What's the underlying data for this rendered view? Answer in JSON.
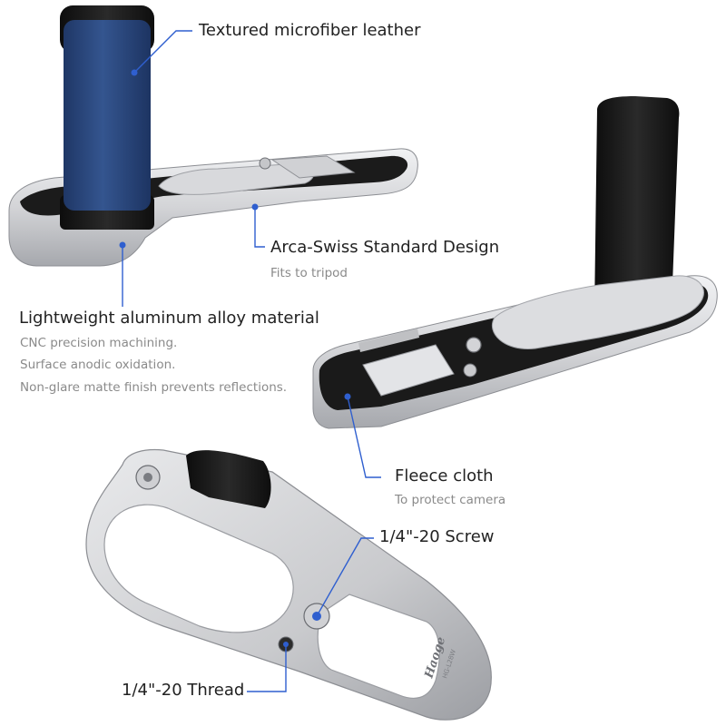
{
  "callouts": {
    "leather": {
      "title": "Textured microfiber leather"
    },
    "arca": {
      "title": "Arca-Swiss Standard Design",
      "note": "Fits to tripod"
    },
    "alloy": {
      "title": "Lightweight aluminum alloy material",
      "notes": [
        "CNC precision machining.",
        "Surface anodic oxidation.",
        "Non-glare matte finish prevents reflections."
      ]
    },
    "fleece": {
      "title": "Fleece cloth",
      "note": "To protect camera"
    },
    "screw": {
      "title": "1/4\"-20 Screw"
    },
    "thread": {
      "title": "1/4\"-20 Thread"
    }
  },
  "engraving": {
    "brand": "Haoge",
    "model": "HG-L28W"
  },
  "colors": {
    "pointer": "#2f5fcf",
    "leather_blue": "#2c4a85",
    "black": "#151515",
    "aluminum": "#d2d3d6",
    "text": "#222222",
    "subtext": "#8a8a8a"
  }
}
